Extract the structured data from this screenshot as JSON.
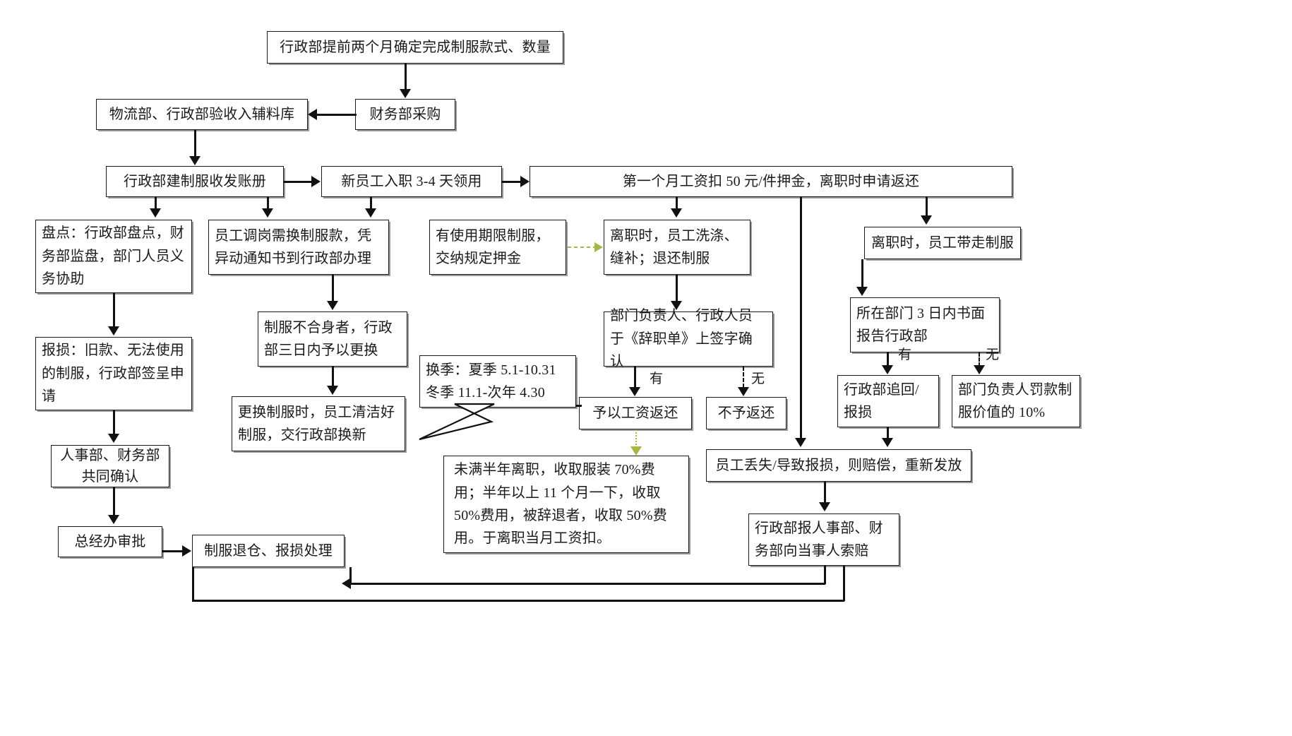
{
  "document": {
    "title": "制服管理流程图",
    "language": "zh-CN"
  },
  "theme": {
    "background": "#ffffff",
    "box_border": "#1a1a1a",
    "box_fill": "#ffffff",
    "text": "#1a1a1a",
    "connector": "#111111",
    "accent_olive": "#a9b63f",
    "shadow": "#9a9a9a"
  },
  "nodes": {
    "n01_admin_plan": "行政部提前两个月确定完成制服款式、数量",
    "n02_finance_purchase": "财务部采购",
    "n03_logistics_receive": "物流部、行政部验收入辅料库",
    "n04_admin_ledger": "行政部建制服收发账册",
    "n05_new_employee": "新员工入职 3-4 天领用",
    "n06_deposit": "第一个月工资扣 50 元/件押金，离职时申请返还",
    "n07_stocktake": "盘点：行政部盘点，财务部监盘，部门人员义务协助",
    "n08_transfer": "员工调岗需换制服款，凭异动通知书到行政部办理",
    "n09_time_limited": "有使用期限制服，交纳规定押金",
    "n10_resign_clean": "离职时，员工洗涤、缝补；退还制服",
    "n11_resign_keep": "离职时，员工带走制服",
    "n12_scrap_report": "报损：旧款、无法使用的制服，行政部签呈申请",
    "n13_not_fit": "制服不合身者，行政部三日内予以更换",
    "n14_sign_confirm": "部门负责人、行政人员于《辞职单》上签字确认",
    "n15_written_report": "所在部门 3 日内书面报告行政部",
    "n16_hr_finance_confirm": "人事部、财务部共同确认",
    "n17_replace_clean": "更换制服时，员工清洁好制服，交行政部换新",
    "n18_season": "换季：夏季 5.1-10.31\n冬季 11.1-次年 4.30",
    "n19_refund_yes": "予以工资返还",
    "n20_refund_no": "不予返还",
    "n21_admin_recover": "行政部追回/报损",
    "n22_manager_fine": "部门负责人罚款制服价值的 10%",
    "n23_gm_approval": "总经办审批",
    "n24_fee_rules": "未满半年离职，收取服装 70%费用；半年以上 11 个月一下，收取 50%费用，被辞退者，收取 50%费用。于离职当月工资扣。",
    "n25_lost_damage": "员工丢失/导致报损，则赔偿，重新发放",
    "n26_return_scrap": "制服退仓、报损处理",
    "n27_claim": "行政部报人事部、财务部向当事人索赔"
  },
  "edge_labels": {
    "yes_left": "有",
    "no_left": "无",
    "yes_right": "有",
    "no_right": "无"
  }
}
